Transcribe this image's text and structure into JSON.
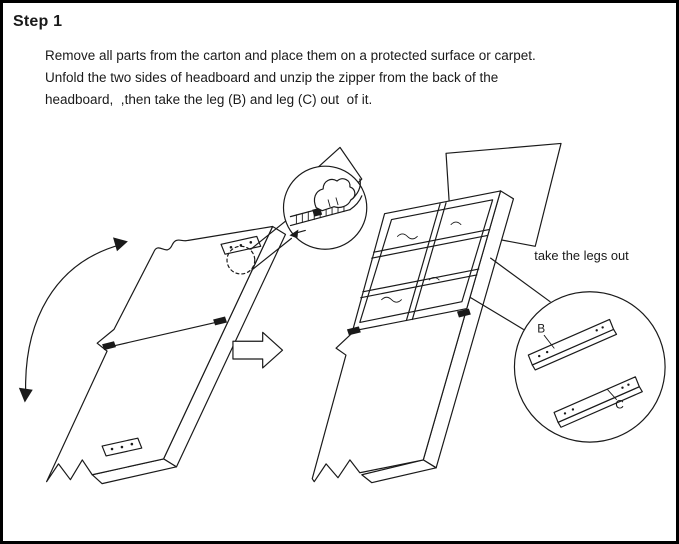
{
  "doc": {
    "title": "Step 1",
    "instructions": [
      "Remove all parts from the carton and place them on a protected surface or carpet.",
      "Unfold the two sides of headboard and unzip the zipper from the back of the",
      "headboard,  ,then take the leg (B) and leg (C) out  of it."
    ]
  },
  "diagram": {
    "callout_label": "take the legs out",
    "leg_labels": {
      "b": "B",
      "c": "C"
    }
  },
  "colors": {
    "ink": "#1a1a1a",
    "page_background": "#ffffff",
    "border": "#000000"
  }
}
